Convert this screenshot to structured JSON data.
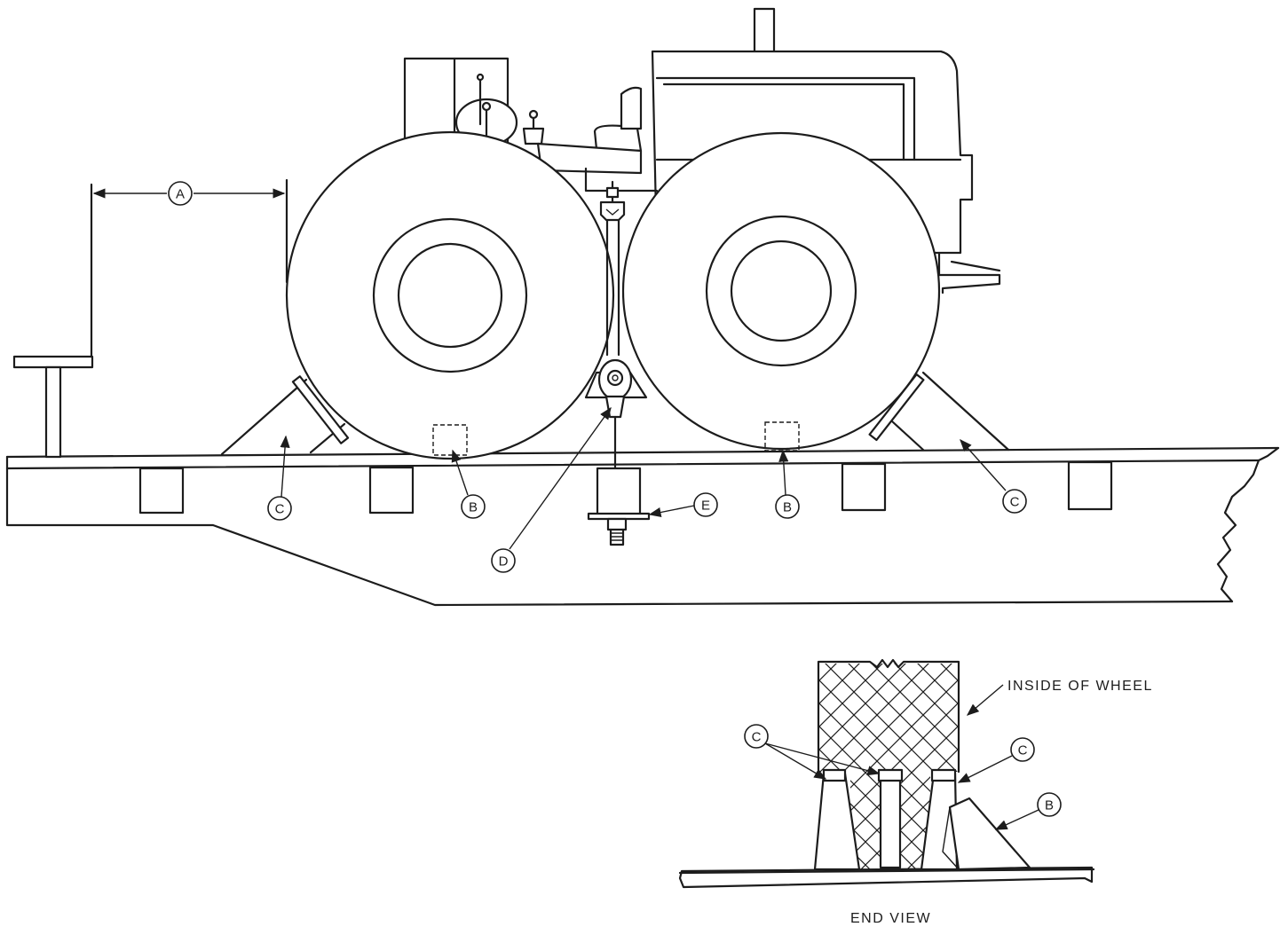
{
  "callouts": {
    "a": "A",
    "b_left": "B",
    "b_right": "B",
    "c_left": "C",
    "c_right": "C",
    "d": "D",
    "e": "E",
    "end_c_left": "C",
    "end_c_right": "C",
    "end_b": "B"
  },
  "labels": {
    "inside_of_wheel": "INSIDE OF WHEEL",
    "end_view": "END VIEW"
  }
}
